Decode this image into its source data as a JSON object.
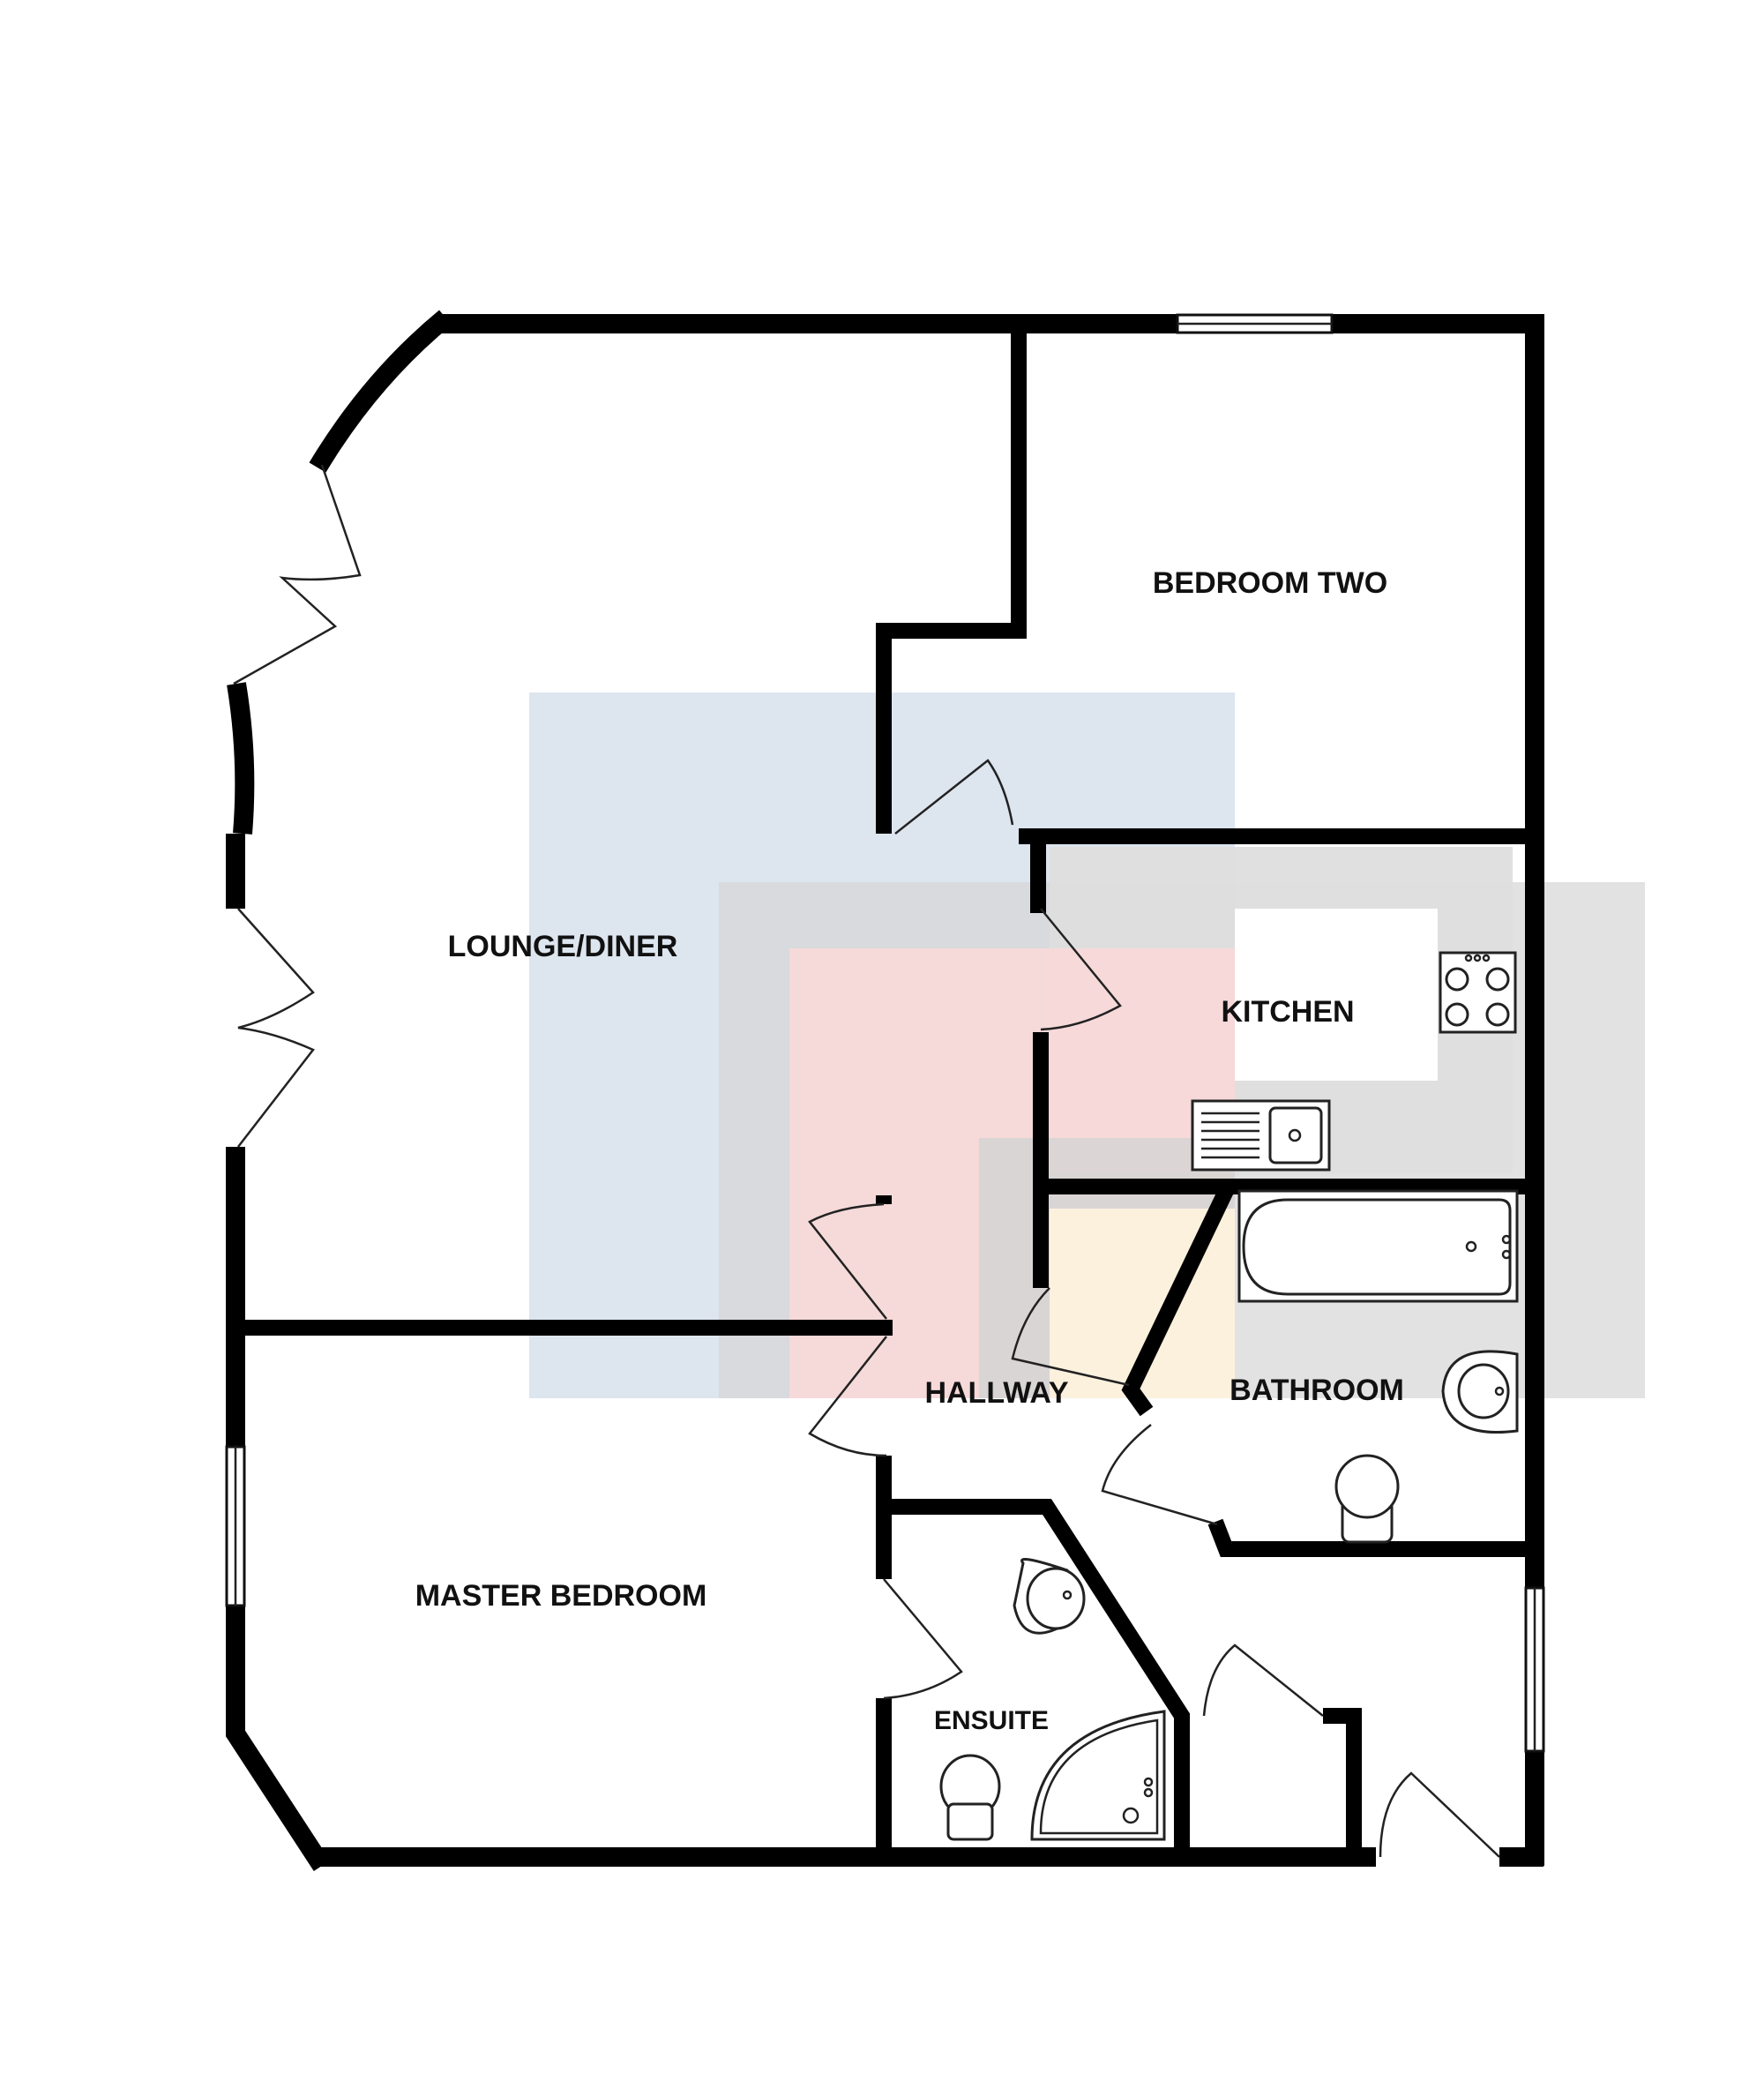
{
  "rooms": {
    "bedroom_two": "BEDROOM TWO",
    "lounge_diner": "LOUNGE/DINER",
    "kitchen": "KITCHEN",
    "hallway": "HALLWAY",
    "bathroom": "BATHROOM",
    "master_bedroom": "MASTER BEDROOM",
    "ensuite": "ENSUITE"
  },
  "colors": {
    "wall": "#000000",
    "overlay_blue": "#dbe4ee",
    "overlay_grey": "#dcdcdc",
    "overlay_pink": "#fbdcdc",
    "overlay_cream": "#fbf1dd"
  }
}
